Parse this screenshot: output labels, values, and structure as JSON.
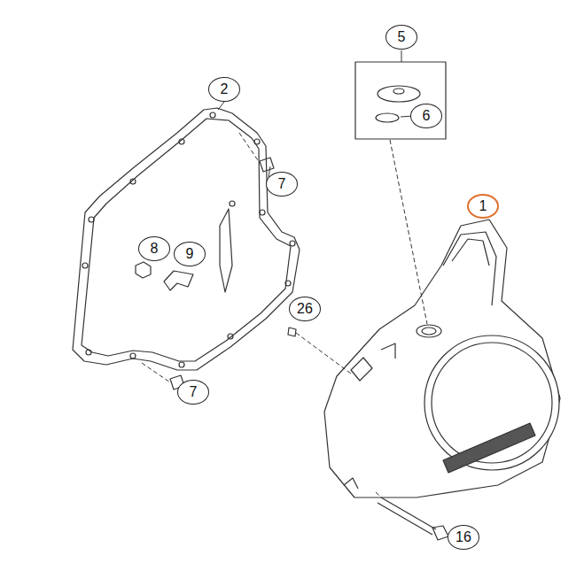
{
  "diagram": {
    "labels": [
      "5",
      "6",
      "2",
      "7",
      "1",
      "8",
      "9",
      "26",
      "7",
      "16"
    ]
  }
}
